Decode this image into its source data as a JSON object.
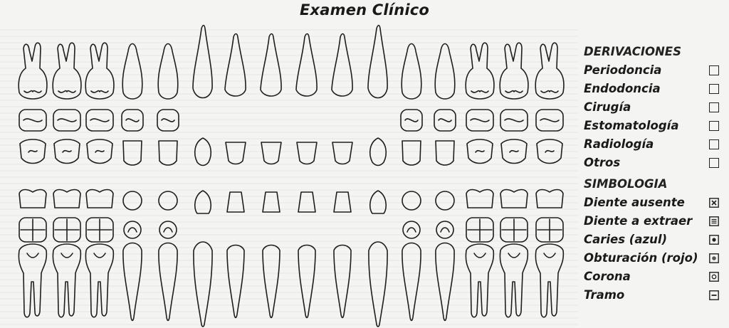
{
  "title": "Examen Clínico",
  "derivaciones": {
    "header": "DERIVACIONES",
    "items": [
      "Periodoncia",
      "Endodoncia",
      "Cirugía",
      "Estomatología",
      "Radiología",
      "Otros"
    ]
  },
  "simbologia": {
    "header": "SIMBOLOGIA",
    "items": [
      {
        "label": "Diente ausente",
        "icon": "x-box-icon"
      },
      {
        "label": "Diente a extraer",
        "icon": "lines-box-icon"
      },
      {
        "label": "Caries (azul)",
        "icon": "dot-box-icon"
      },
      {
        "label": "Obturación (rojo)",
        "icon": "filled-dot-box-icon"
      },
      {
        "label": "Corona",
        "icon": "circle-box-icon"
      },
      {
        "label": "Tramo",
        "icon": "dash-box-icon"
      }
    ]
  }
}
